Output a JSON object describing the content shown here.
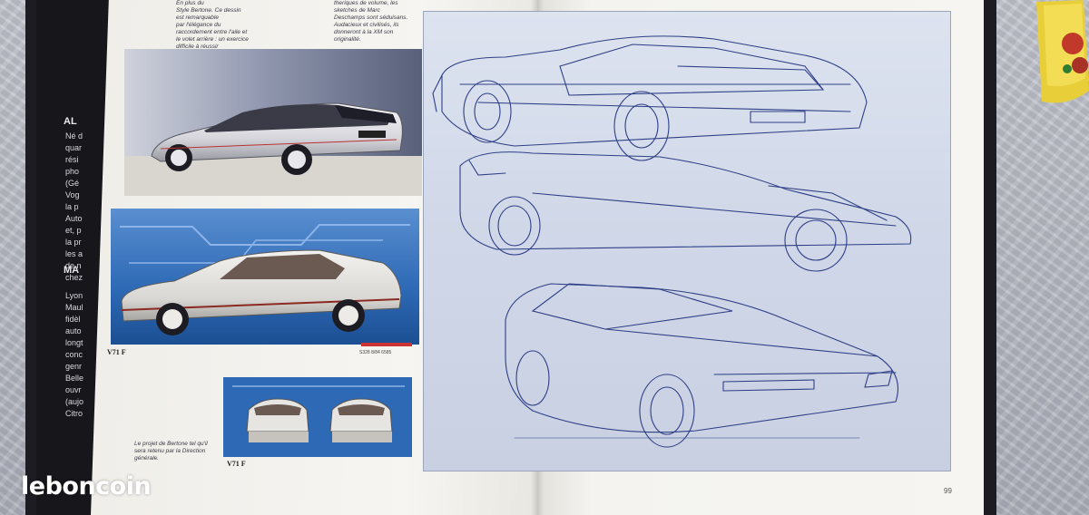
{
  "watermark": {
    "text": "leboncoin"
  },
  "page": {
    "number": "99"
  },
  "left_strip": {
    "headings": [
      "AL",
      "MA"
    ],
    "body_top": "Né d\nquar\nrési\npho\n(Gé\nVog\nla p\nAuto\net, p\nla pr\nles a\nde n\nchez",
    "body_bottom": "Lyon\nMaul\nfidèl\nauto\nlongt\nconc\ngenr\nBelle\nouvr\n(aujo\nCitro"
  },
  "captions": {
    "top_left": "En plus du\nStyle Bertone. Ce dessin\nest remarquable\npar l'élégance du\nraccordement entre l'aile et\nle volet arrière : un exercice\ndifficile à réussir\nindustriellement.",
    "top_right": "theriques de volume, les\nsketches de Marc\nDeschamps sont séduisans.\nAudacieux et civilisés, ils\ndonneront à la XM son\noriginalité.",
    "bottom": "Le projet de Bertone tel qu'il\nsera retenu par la Direction\ngénérale."
  },
  "renderings": {
    "label_middle": "V71  F",
    "codes_middle": "S328   8/84   6585",
    "label_bottom": "V71  F"
  },
  "colors": {
    "panel_blue": "#2d69b5",
    "sketch_ink": "#2f3f86",
    "page": "#f4f3ef"
  }
}
